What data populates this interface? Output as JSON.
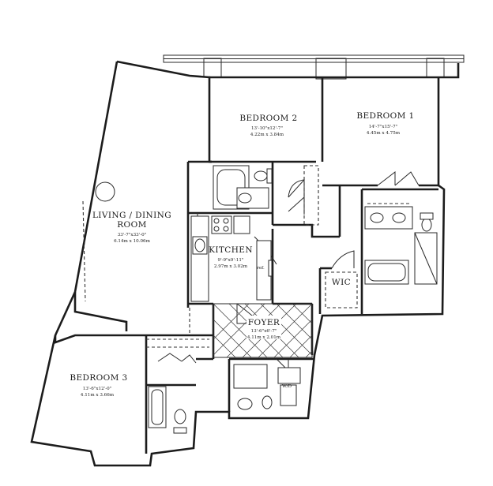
{
  "rooms": {
    "living": {
      "name_line1": "LIVING / DINING",
      "name_line2": "ROOM",
      "dims": "33'-7\"x33'-0\"",
      "dims_metric": "6.14m x 10.06m"
    },
    "bedroom1": {
      "name": "BEDROOM 1",
      "dims": "14'-7\"x15'-7\"",
      "dims_metric": "4.45m x 4.75m"
    },
    "bedroom2": {
      "name": "BEDROOM 2",
      "dims": "13'-10\"x12'-7\"",
      "dims_metric": "4.22m x 3.84m"
    },
    "bedroom3": {
      "name": "BEDROOM 3",
      "dims": "13'-6\"x12'-0\"",
      "dims_metric": "4.11m x 3.66m"
    },
    "kitchen": {
      "name": "KITCHEN",
      "dims": "9'-9\"x9'-11\"",
      "dims_metric": "2.97m x 3.02m"
    },
    "foyer": {
      "name": "FOYER",
      "dims": "13'-6\"x6'-7\"",
      "dims_metric": "4.11m x 2.01m"
    },
    "wic": {
      "name": "WIC"
    }
  },
  "small_labels": {
    "refrigerator": "ref.",
    "washer_dryer": "W/D"
  }
}
